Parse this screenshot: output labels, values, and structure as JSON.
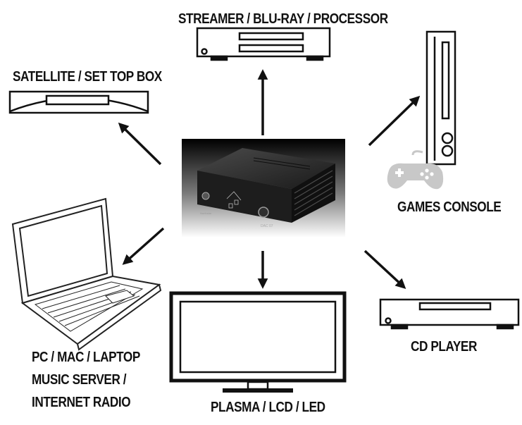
{
  "labels": {
    "streamer": "STREAMER / BLU-RAY / PROCESSOR",
    "satellite": "SATELLITE / SET TOP BOX",
    "games": "GAMES CONSOLE",
    "pc_line1": "PC / MAC / LAPTOP",
    "pc_line2": "MUSIC SERVER /",
    "pc_line3": "INTERNET RADIO",
    "display": "PLASMA / LCD / LED",
    "cd": "CD PLAYER"
  },
  "dac": {
    "front_label": "DAC 07",
    "brand": "Northstar"
  },
  "colors": {
    "line": "#111111",
    "device_fill": "#ffffff",
    "dac_body": "#2a2a2a",
    "gamepad": "#c8c8c8"
  }
}
